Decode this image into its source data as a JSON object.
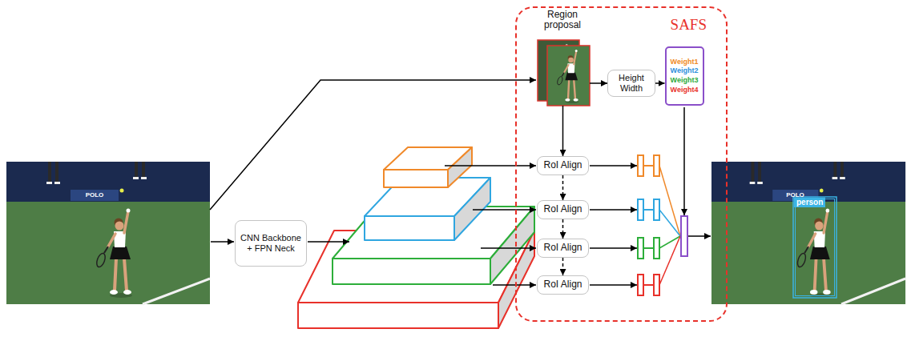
{
  "diagram": {
    "nodes": [
      {
        "text": [
          "CNN Backbone + FPN Neck"
        ]
      },
      {
        "text": [
          "SAFS"
        ]
      },
      {
        "text": [
          "Region proposal"
        ],
        "in": 1
      },
      {
        "text": [
          "Height Width"
        ],
        "in": 1
      },
      {
        "text": [
          "Weight1",
          "Weight2",
          "Weight3",
          "Weight4"
        ],
        "in": 1
      },
      {
        "text": [
          "RoI Align"
        ],
        "in": 1
      },
      {
        "text": [
          "RoI Align"
        ],
        "in": 1
      },
      {
        "text": [
          "RoI Align"
        ],
        "in": 1
      },
      {
        "text": [
          "RoI Align"
        ],
        "in": 1
      }
    ],
    "edges": [
      {
        "from": 2,
        "to": 3,
        "arrow": "to"
      },
      {
        "from": 2,
        "to": 5,
        "arrow": "to"
      },
      {
        "from": 5,
        "to": 6,
        "arrow": "to"
      },
      {
        "from": 6,
        "to": 7,
        "arrow": "to"
      },
      {
        "from": 7,
        "to": 8,
        "arrow": "to"
      },
      {
        "from": 3,
        "to": 4,
        "arrow": "to"
      }
    ],
    "labels": [
      "POLO",
      "POLO",
      "person"
    ]
  }
}
